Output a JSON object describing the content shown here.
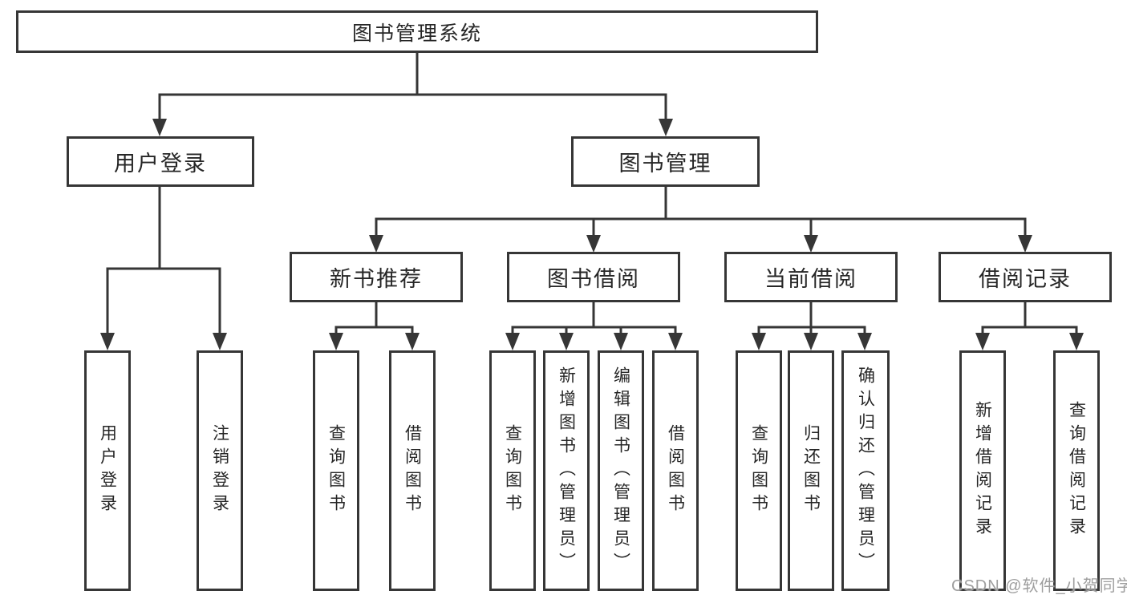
{
  "diagram": {
    "root": {
      "label": "图书管理系统"
    },
    "branches": [
      {
        "label": "用户登录",
        "children": [
          {
            "label": "用户登录"
          },
          {
            "label": "注销登录"
          }
        ]
      },
      {
        "label": "图书管理",
        "sections": [
          {
            "label": "新书推荐",
            "children": [
              {
                "label": "查询图书"
              },
              {
                "label": "借阅图书"
              }
            ]
          },
          {
            "label": "图书借阅",
            "children": [
              {
                "label": "查询图书"
              },
              {
                "label": "新增图书（管理员）"
              },
              {
                "label": "编辑图书（管理员）"
              },
              {
                "label": "借阅图书"
              }
            ]
          },
          {
            "label": "当前借阅",
            "children": [
              {
                "label": "查询图书"
              },
              {
                "label": "归还图书"
              },
              {
                "label": "确认归还（管理员）"
              }
            ]
          },
          {
            "label": "借阅记录",
            "children": [
              {
                "label": "新增借阅记录"
              },
              {
                "label": "查询借阅记录"
              }
            ]
          }
        ]
      }
    ]
  },
  "watermark": {
    "text": "CSDN @软件_小贺同学"
  },
  "colors": {
    "line": "#363636",
    "box_border": "#363636",
    "text": "#262626",
    "watermark": "#9e9e9e",
    "background": "#ffffff"
  }
}
